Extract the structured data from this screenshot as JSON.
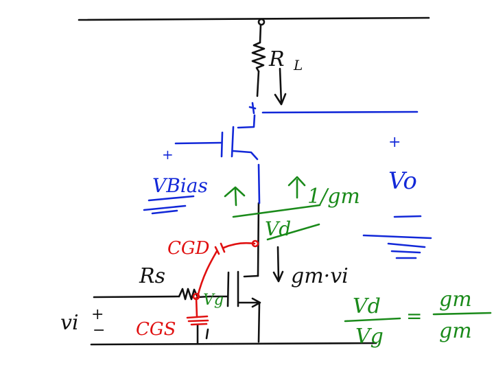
{
  "colors": {
    "black": "#111111",
    "blue": "#1228d8",
    "green": "#1a8a1a",
    "red": "#e01010"
  },
  "labels": {
    "load_resistor": "R",
    "load_resistor_sub": "L",
    "bias_voltage": "VBias",
    "output_voltage": "Vo",
    "output_plus": "+",
    "bias_plus": "+",
    "inverse_gm": "1/gm",
    "drain_node_voltage": "Vd",
    "gate_node_voltage": "Vg",
    "cgd": "CGD",
    "cgs": "CGS",
    "source_resistor": "Rs",
    "input_voltage": "vi",
    "input_plus": "+",
    "input_minus": "−",
    "current_source": "gm·vi",
    "gain_num": "Vd",
    "gain_den": "Vg",
    "gain_equals": "=",
    "gain_rhs_num": "gm",
    "gain_rhs_den": "gm"
  }
}
